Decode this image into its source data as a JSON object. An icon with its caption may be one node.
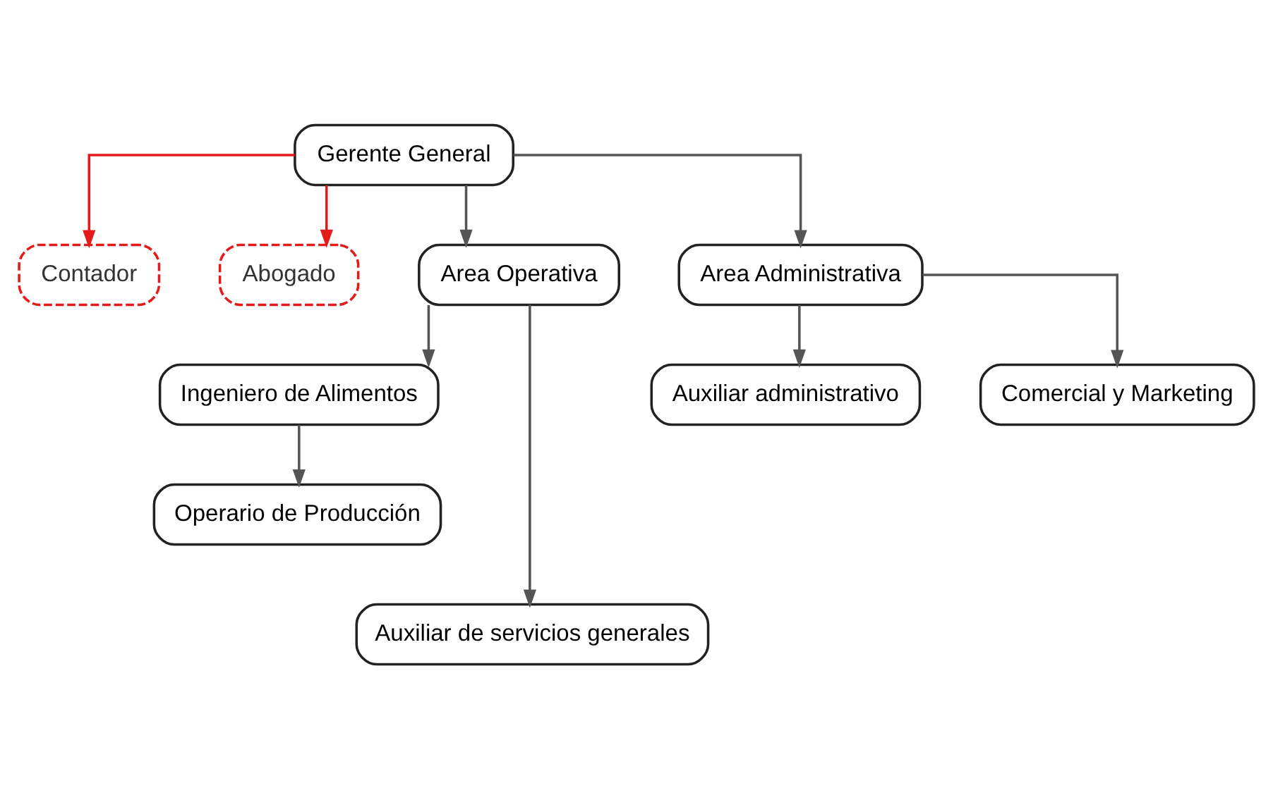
{
  "diagram": {
    "nodes": [
      {
        "text": [
          "Gerente General"
        ]
      },
      {
        "text": [
          "Contador"
        ]
      },
      {
        "text": [
          "Abogado"
        ]
      },
      {
        "text": [
          "Area Operativa"
        ]
      },
      {
        "text": [
          "Area Administrativa"
        ]
      },
      {
        "text": [
          "Ingeniero de Alimentos"
        ]
      },
      {
        "text": [
          "Operario de Producción"
        ]
      },
      {
        "text": [
          "Auxiliar de servicios generales"
        ]
      },
      {
        "text": [
          "Auxiliar administrativo"
        ]
      },
      {
        "text": [
          "Comercial y Marketing"
        ]
      }
    ],
    "edges": [
      {
        "from": 0,
        "to": 1,
        "arrow": "to",
        "color": "#e31b1b"
      },
      {
        "from": 0,
        "to": 2,
        "arrow": "to",
        "color": "#e31b1b"
      },
      {
        "from": 0,
        "to": 3,
        "arrow": "to"
      },
      {
        "from": 0,
        "to": 4,
        "arrow": "to"
      },
      {
        "from": 3,
        "to": 7,
        "arrow": "to"
      },
      {
        "from": 3,
        "to": 5,
        "arrow": "to"
      },
      {
        "from": 5,
        "to": 6,
        "arrow": "to"
      },
      {
        "from": 4,
        "to": 8,
        "arrow": "to"
      },
      {
        "from": 4,
        "to": 9,
        "arrow": "to"
      }
    ]
  }
}
